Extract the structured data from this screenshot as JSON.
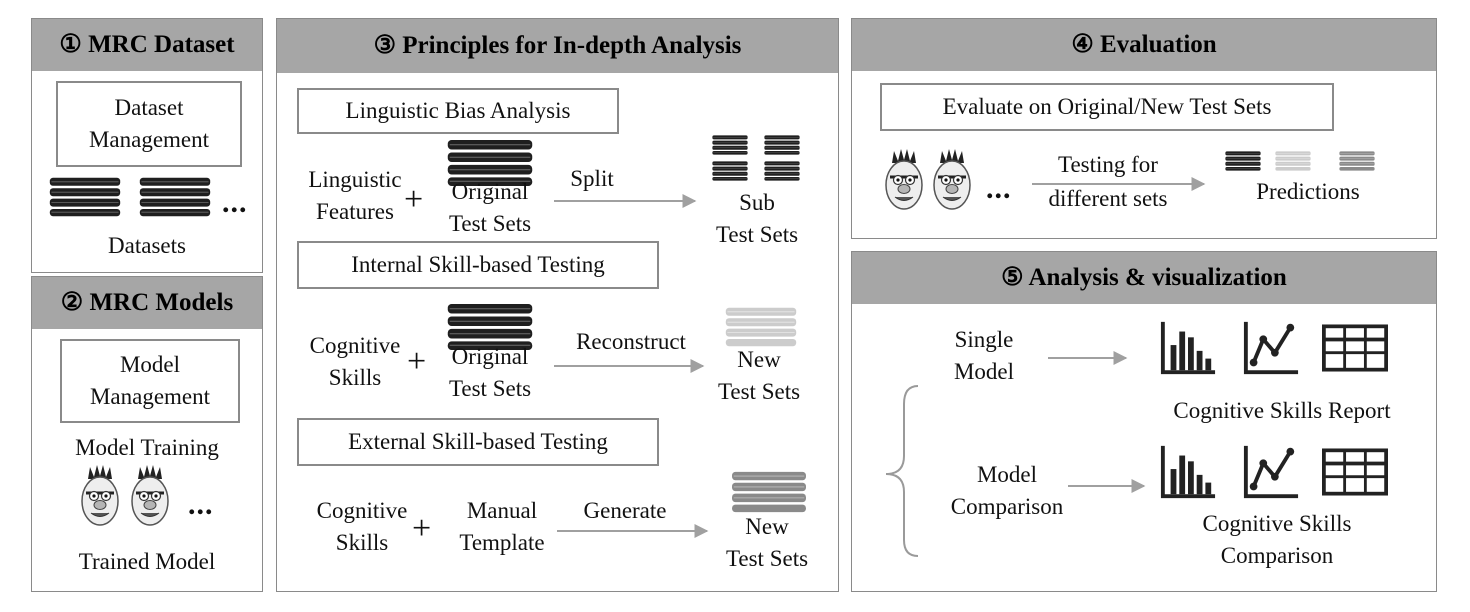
{
  "colors": {
    "header_bg": "#a6a6a6",
    "border": "#8a8a8a",
    "arrow": "#a0a0a0",
    "db_dark": "#222222",
    "db_light": "#cfcfcf",
    "db_mid": "#8c8c8c"
  },
  "dataset_panel": {
    "title": "① MRC Dataset",
    "box": "Dataset Management",
    "caption": "Datasets",
    "ellipsis": "..."
  },
  "models_panel": {
    "title": "② MRC Models",
    "box": "Model Management",
    "training": "Model Training",
    "caption": "Trained Model",
    "ellipsis": "..."
  },
  "principles_panel": {
    "title": "③ Principles for In-depth Analysis",
    "sections": [
      {
        "box": "Linguistic Bias Analysis",
        "left": [
          "Linguistic",
          "Features"
        ],
        "mid": [
          "Original",
          "Test Sets"
        ],
        "arrow": "Split",
        "right": [
          "Sub",
          "Test Sets"
        ]
      },
      {
        "box": "Internal Skill-based Testing",
        "left": [
          "Cognitive",
          "Skills"
        ],
        "mid": [
          "Original",
          "Test Sets"
        ],
        "arrow": "Reconstruct",
        "right": [
          "New",
          "Test Sets"
        ]
      },
      {
        "box": "External Skill-based Testing",
        "left": [
          "Cognitive",
          "Skills"
        ],
        "mid": [
          "Manual",
          "Template"
        ],
        "arrow": "Generate",
        "right": [
          "New",
          "Test Sets"
        ]
      }
    ],
    "plus": "+"
  },
  "evaluation_panel": {
    "title": "④ Evaluation",
    "box": "Evaluate on Original/New Test Sets",
    "arrow_label": [
      "Testing for",
      "different sets"
    ],
    "result": "Predictions",
    "ellipsis": "..."
  },
  "analysis_panel": {
    "title": "⑤ Analysis & visualization",
    "rows": [
      {
        "label": [
          "Single",
          "Model"
        ],
        "result": [
          "Cognitive Skills Report"
        ]
      },
      {
        "label": [
          "Model",
          "Comparison"
        ],
        "result": [
          "Cognitive Skills",
          "Comparison"
        ]
      }
    ],
    "icons": [
      "bar-chart-icon",
      "line-chart-icon",
      "table-icon"
    ]
  }
}
